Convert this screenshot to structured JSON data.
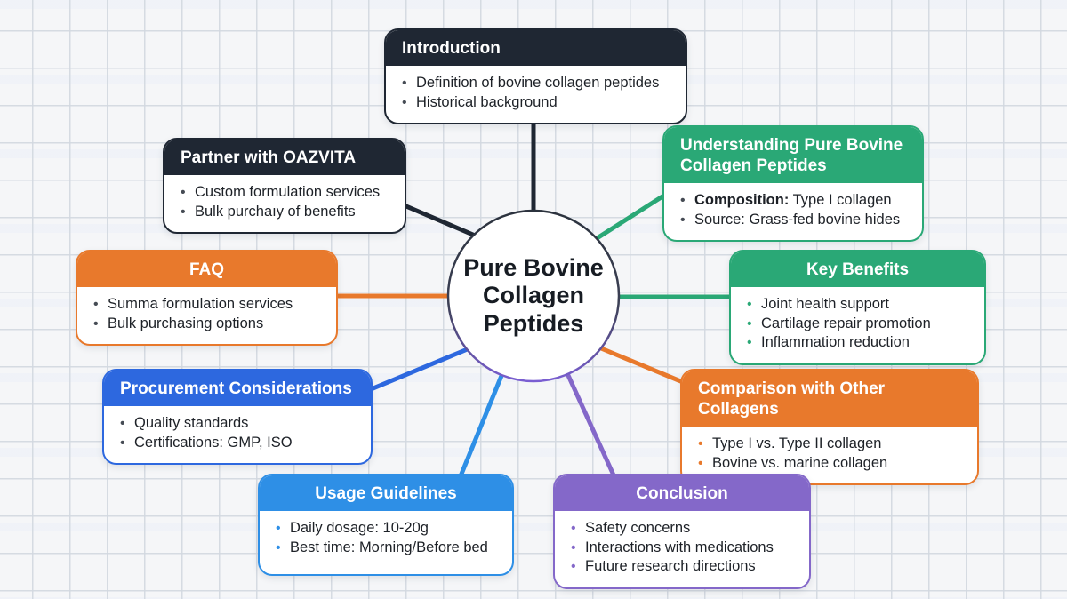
{
  "diagram": {
    "type": "mindmap",
    "central": {
      "title": "Pure Bovine\nCollagen\nPeptides",
      "fill": "#ffffff",
      "border_top_color": "#2b323d",
      "border_bottom_color": "#7a5ed2"
    },
    "nodes": [
      {
        "id": "introduction",
        "title": "Introduction",
        "color": "#1f2733",
        "bullet_color": "#454b54",
        "items": [
          {
            "text": "Definition of bovine collagen peptides"
          },
          {
            "text": "Historical background"
          }
        ]
      },
      {
        "id": "partner",
        "title": "Partner with OAZVITA",
        "color": "#1f2733",
        "bullet_color": "#454b54",
        "items": [
          {
            "text": "Custom formulation services"
          },
          {
            "text": "Bulk purchaıy of benefits"
          }
        ]
      },
      {
        "id": "understanding",
        "title": "Understanding Pure Bovine Collagen Peptides",
        "color": "#2aa876",
        "bullet_color": "#454b54",
        "items": [
          {
            "bold": "Composition:",
            "text": " Type I collagen"
          },
          {
            "text": "Source: Grass-fed bovine hides"
          }
        ]
      },
      {
        "id": "key-benefits",
        "title": "Key Benefits",
        "color": "#2aa876",
        "bullet_color": "#2aa876",
        "items": [
          {
            "text": "Joint health support"
          },
          {
            "text": "Cartilage repair promotion"
          },
          {
            "text": "Inflammation reduction"
          }
        ]
      },
      {
        "id": "faq",
        "title": "FAQ",
        "color": "#e8792c",
        "bullet_color": "#454b54",
        "items": [
          {
            "text": "Summa formulation services"
          },
          {
            "text": "Bulk purchasing options"
          }
        ]
      },
      {
        "id": "comparison",
        "title": "Comparison with Other Collagens",
        "color": "#e8792c",
        "bullet_color": "#e8792c",
        "items": [
          {
            "text": "Type I vs. Type II collagen"
          },
          {
            "text": "Bovine vs. marine collagen"
          }
        ]
      },
      {
        "id": "procurement",
        "title": "Procurement Considerations",
        "color": "#2d68df",
        "bullet_color": "#454b54",
        "items": [
          {
            "text": "Quality standards"
          },
          {
            "text": "Certifications: GMP, ISO"
          }
        ]
      },
      {
        "id": "usage",
        "title": "Usage Guidelines",
        "color": "#2e8fe6",
        "bullet_color": "#2e8fe6",
        "items": [
          {
            "text": "Daily dosage: 10-20g"
          },
          {
            "text": "Best time: Morning/Before bed"
          }
        ]
      },
      {
        "id": "conclusion",
        "title": "Conclusion",
        "color": "#8468c9",
        "bullet_color": "#8468c9",
        "items": [
          {
            "text": "Safety concerns"
          },
          {
            "text": "Interactions with medications"
          },
          {
            "text": "Future research directions"
          }
        ]
      }
    ]
  }
}
